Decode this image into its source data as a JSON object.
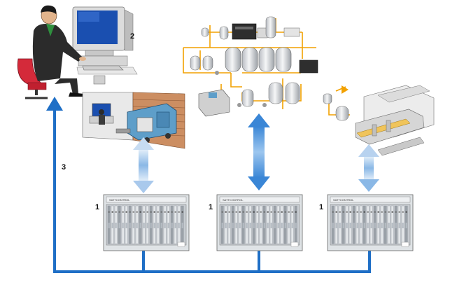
{
  "labels": {
    "controller": "1",
    "operator_station": "2",
    "network": "3"
  },
  "controllers": [
    {
      "id": "left",
      "label": "1",
      "brand": "SATTCONTROL"
    },
    {
      "id": "center",
      "label": "1",
      "brand": "SATTCONTROL"
    },
    {
      "id": "right",
      "label": "1",
      "brand": "SATTCONTROL"
    }
  ],
  "colors": {
    "network": "#1f6fc6",
    "link_arrow": "#9fc3ea",
    "pipe": "#f2a100",
    "rack": "#dfe3e6",
    "monitor_screen": "#1a4fb0",
    "chair": "#d42a3a"
  }
}
